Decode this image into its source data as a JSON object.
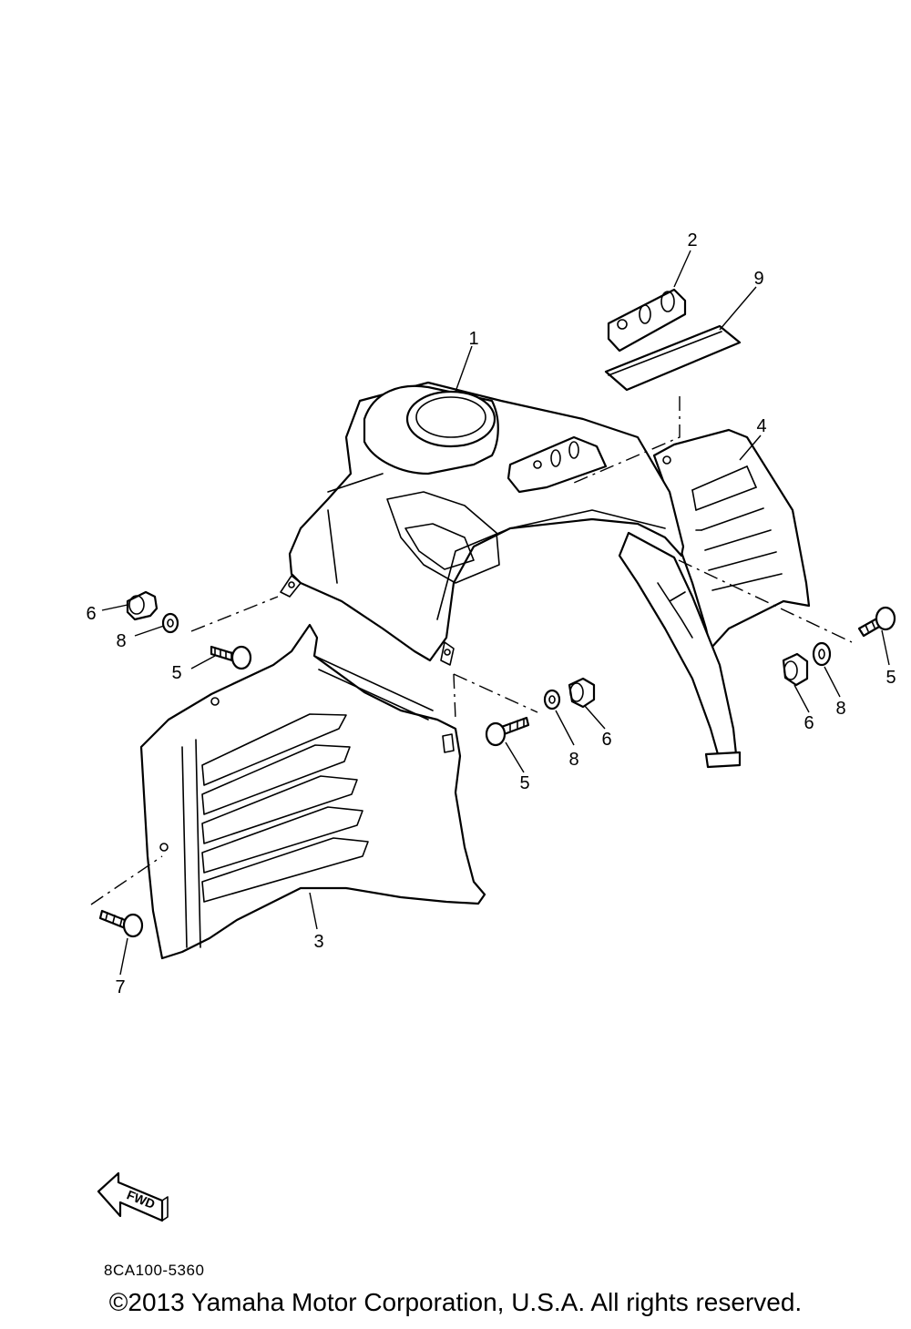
{
  "callouts": {
    "c1": "1",
    "c2": "2",
    "c3": "3",
    "c4": "4",
    "c5a": "5",
    "c5b": "5",
    "c5c": "5",
    "c6a": "6",
    "c6b": "6",
    "c6c": "6",
    "c7": "7",
    "c8a": "8",
    "c8b": "8",
    "c8c": "8",
    "c9": "9"
  },
  "fwd_label": "FWD",
  "diagram_code": "8CA100-5360",
  "copyright": "©2013 Yamaha Motor Corporation, U.S.A. All rights reserved."
}
